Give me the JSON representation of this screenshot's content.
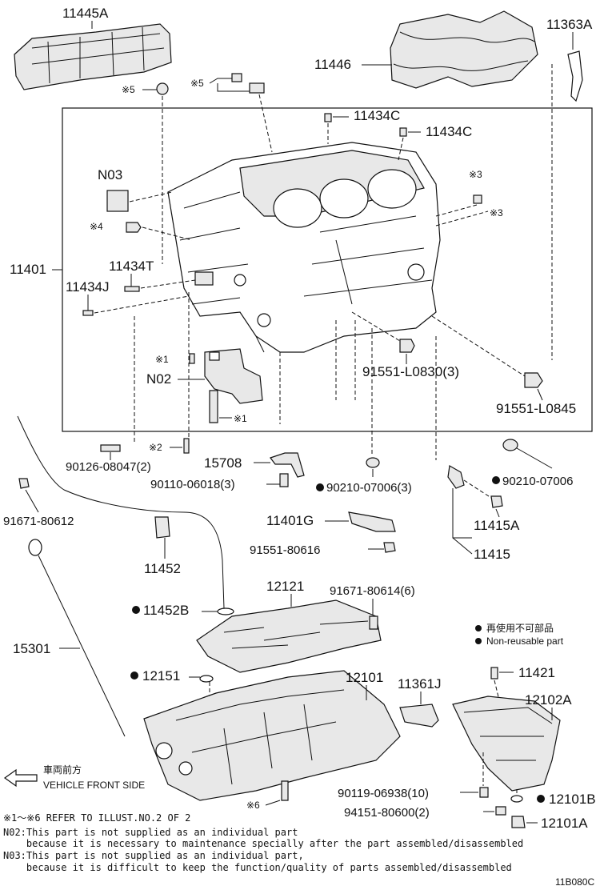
{
  "labels": {
    "l11445A": "11445A",
    "l11446": "11446",
    "l11363A": "11363A",
    "l11434C_1": "11434C",
    "l11434C_2": "11434C",
    "lN03": "N03",
    "l11401": "11401",
    "l11434T": "11434T",
    "l11434J": "11434J",
    "lN02": "N02",
    "l91551_L0830": "91551-L0830(3)",
    "l91551_L0845": "91551-L0845",
    "l90126": "90126-08047(2)",
    "l15708": "15708",
    "l90110": "90110-06018(3)",
    "l90210_3": "90210-07006(3)",
    "l90210": "90210-07006",
    "l91671_80612": "91671-80612",
    "l11401G": "11401G",
    "l11415A": "11415A",
    "l91551_80616": "91551-80616",
    "l11415": "11415",
    "l11452": "11452",
    "l12121": "12121",
    "l91671_80614": "91671-80614(6)",
    "l11452B": "11452B",
    "l15301": "15301",
    "l12151": "12151",
    "l12101": "12101",
    "l11361J": "11361J",
    "l11421": "11421",
    "l12102A": "12102A",
    "l90119": "90119-06938(10)",
    "l12101B": "12101B",
    "l94151": "94151-80600(2)",
    "l12101A": "12101A"
  },
  "marks": {
    "m5a": "※5",
    "m5b": "※5",
    "m3a": "※3",
    "m3b": "※3",
    "m4": "※4",
    "m1a": "※1",
    "m1b": "※1",
    "m2": "※2",
    "m6": "※6"
  },
  "legend": {
    "jp": "再使用不可部品",
    "en": "Non-reusable part"
  },
  "front": {
    "jp": "車両前方",
    "en": "VEHICLE FRONT SIDE"
  },
  "notes": {
    "ref": "※1～※6 REFER TO ILLUST.NO.2 OF 2",
    "n02_a": "N02:This part is not supplied as an individual part",
    "n02_b": "    because it is necessary to maintenance specially after the part assembled/disassembled",
    "n03_a": "N03:This part is not supplied as an individual part,",
    "n03_b": "    because it is difficult to keep the function/quality of parts assembled/disassembled"
  },
  "code": "11B080C"
}
